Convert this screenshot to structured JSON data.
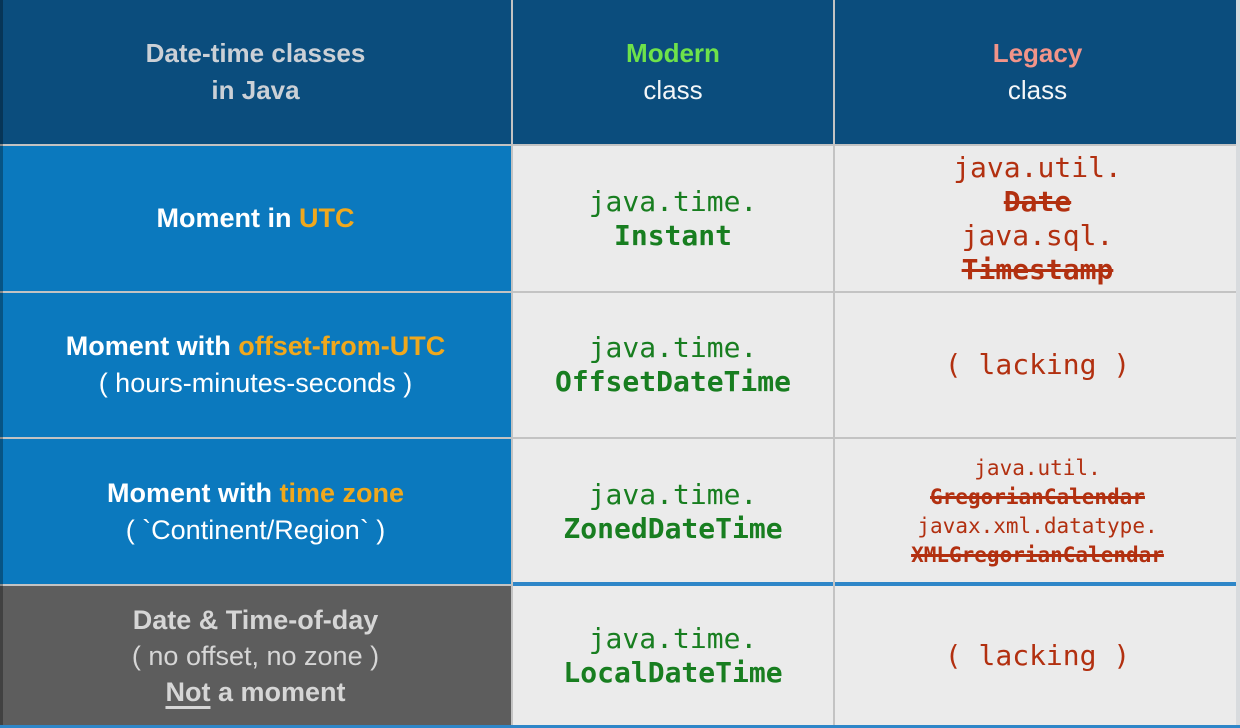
{
  "colors": {
    "header_bg": "#0B4D7D",
    "row_bg": "#0B79BE",
    "gray_row_bg": "#5D5D5D",
    "cell_bg": "#EBEBEB",
    "grid_line": "#C3C3C3",
    "accent_line": "#2E86C8",
    "modern_green": "#6EE24A",
    "legacy_salmon": "#F29489",
    "highlight_orange": "#F0A81C",
    "code_green": "#187E20",
    "code_red": "#B23010"
  },
  "header": {
    "title_line1": "Date-time classes",
    "title_line2": "in Java",
    "modern": {
      "title": "Modern",
      "subtitle": "class"
    },
    "legacy": {
      "title": "Legacy",
      "subtitle": "class"
    }
  },
  "rows": [
    {
      "label": {
        "prefix": "Moment in ",
        "highlight": "UTC"
      },
      "modern": {
        "package": "java.time.",
        "class_name": "Instant"
      },
      "legacy": {
        "type": "classes",
        "entries": [
          {
            "package": "java.util.",
            "class_name": "Date"
          },
          {
            "package": "java.sql.",
            "class_name": "Timestamp"
          }
        ]
      }
    },
    {
      "label": {
        "prefix": "Moment with ",
        "highlight": "offset-from-UTC",
        "note": "( hours-minutes-seconds )"
      },
      "modern": {
        "package": "java.time.",
        "class_name": "OffsetDateTime"
      },
      "legacy": {
        "type": "lacking",
        "text": "( lacking )"
      }
    },
    {
      "label": {
        "prefix": "Moment with ",
        "highlight": "time zone",
        "note": "( `Continent/Region` )"
      },
      "modern": {
        "package": "java.time.",
        "class_name": "ZonedDateTime"
      },
      "legacy": {
        "type": "classes",
        "entries": [
          {
            "package": "java.util.",
            "class_name": "GregorianCalendar"
          },
          {
            "package": "javax.xml.datatype.",
            "class_name": "XMLGregorianCalendar"
          }
        ]
      }
    },
    {
      "label": {
        "title": "Date & Time-of-day",
        "note": "( no offset, no zone )",
        "emphasis_underlined": "Not",
        "emphasis_rest": " a moment"
      },
      "modern": {
        "package": "java.time.",
        "class_name": "LocalDateTime"
      },
      "legacy": {
        "type": "lacking",
        "text": "( lacking )"
      }
    }
  ]
}
